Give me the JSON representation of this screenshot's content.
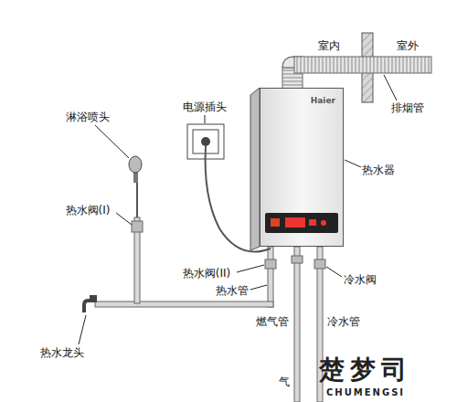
{
  "diagram": {
    "nodes": [
      {
        "text": [
          "Haier"
        ]
      }
    ],
    "labels": [
      "室内",
      "室外",
      "排烟管",
      "电源插头",
      "淋浴喷头",
      "热水器",
      "热水阀(I)",
      "热水阀(II)",
      "热水管",
      "冷水阀",
      "燃气管",
      "冷水管",
      "热水龙头",
      "气",
      "楚梦司",
      "CHUMENGSI"
    ]
  }
}
